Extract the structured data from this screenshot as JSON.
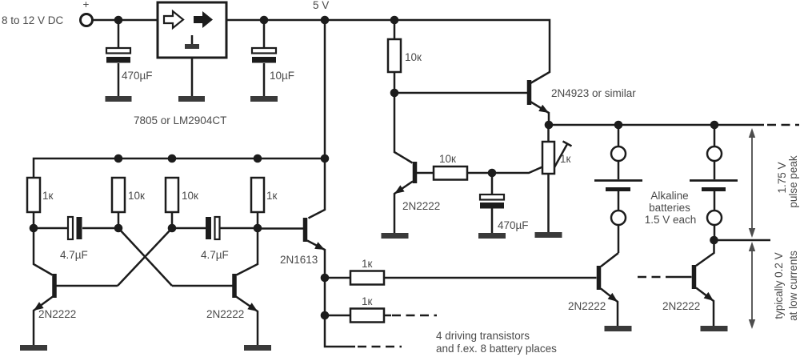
{
  "diagram_type": "circuit-schematic",
  "colors": {
    "background": "#ffffff",
    "wire": "#1c1c1c",
    "text": "#4a4a4a",
    "ground": "#3a3a3a",
    "measure_arrow": "#4d4d4d"
  },
  "power_supply": {
    "input_label": "8 to 12 V DC",
    "input_polarity": "+",
    "input_capacitor": "470µF",
    "regulator": "7805 or LM2904CT",
    "output_capacitor": "10µF",
    "rail_label": "5 V"
  },
  "pulse_driver": {
    "pullup_resistor": "10к",
    "pass_transistor": "2N4923 or similar",
    "feedback_transistor": "2N2222",
    "feedback_resistor": "10к",
    "feedback_capacitor": "470µF",
    "trimmer_pot": "1к"
  },
  "oscillator": {
    "resistors": [
      "1к",
      "10к",
      "10к",
      "1к"
    ],
    "capacitors": [
      "4.7µF",
      "4.7µF"
    ],
    "transistors": [
      "2N2222",
      "2N2222"
    ]
  },
  "driver_stage": {
    "buffer_transistor": "2N1613",
    "base_resistors": [
      "1к",
      "1к"
    ],
    "note_line1": "4 driving transistors",
    "note_line2": "and f.ex. 8 battery places",
    "driver_transistors": [
      "2N2222",
      "2N2222"
    ]
  },
  "battery_bank": {
    "note_line1": "Alkaline",
    "note_line2": "batteries",
    "note_line3": "1.5 V each"
  },
  "measurements": {
    "pulse_line1": "1.75 V",
    "pulse_line2": "pulse peak",
    "low_line1": "typically 0.2 V",
    "low_line2": "at low currents"
  }
}
